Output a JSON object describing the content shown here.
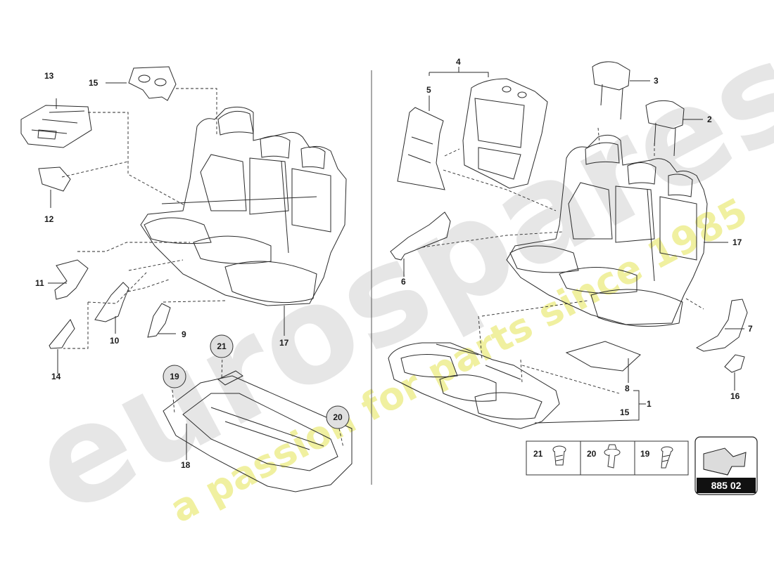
{
  "diagram": {
    "watermark": {
      "brand": "eurospares",
      "tagline": "a passion for parts since 1985"
    },
    "callouts": {
      "c1": "1",
      "c2": "2",
      "c3": "3",
      "c4": "4",
      "c5": "5",
      "c6": "6",
      "c7": "7",
      "c8": "8",
      "c9": "9",
      "c10": "10",
      "c11": "11",
      "c12": "12",
      "c13": "13",
      "c14": "14",
      "c15a": "15",
      "c15b": "15",
      "c16": "16",
      "c17a": "17",
      "c17b": "17",
      "c18": "18"
    },
    "circled_callouts": {
      "c19": "19",
      "c20": "20",
      "c21": "21"
    },
    "fastener_table": {
      "cells": [
        {
          "label": "21",
          "icon": "bolt-icon"
        },
        {
          "label": "20",
          "icon": "flange-bolt-icon"
        },
        {
          "label": "19",
          "icon": "screw-icon"
        }
      ]
    },
    "reference_box": {
      "code": "885 02",
      "icon": "arrow-view-icon"
    },
    "colors": {
      "line": "#1a1a1a",
      "watermark": "#e4e4e4",
      "watermark_tagline": "#efef9a"
    }
  }
}
